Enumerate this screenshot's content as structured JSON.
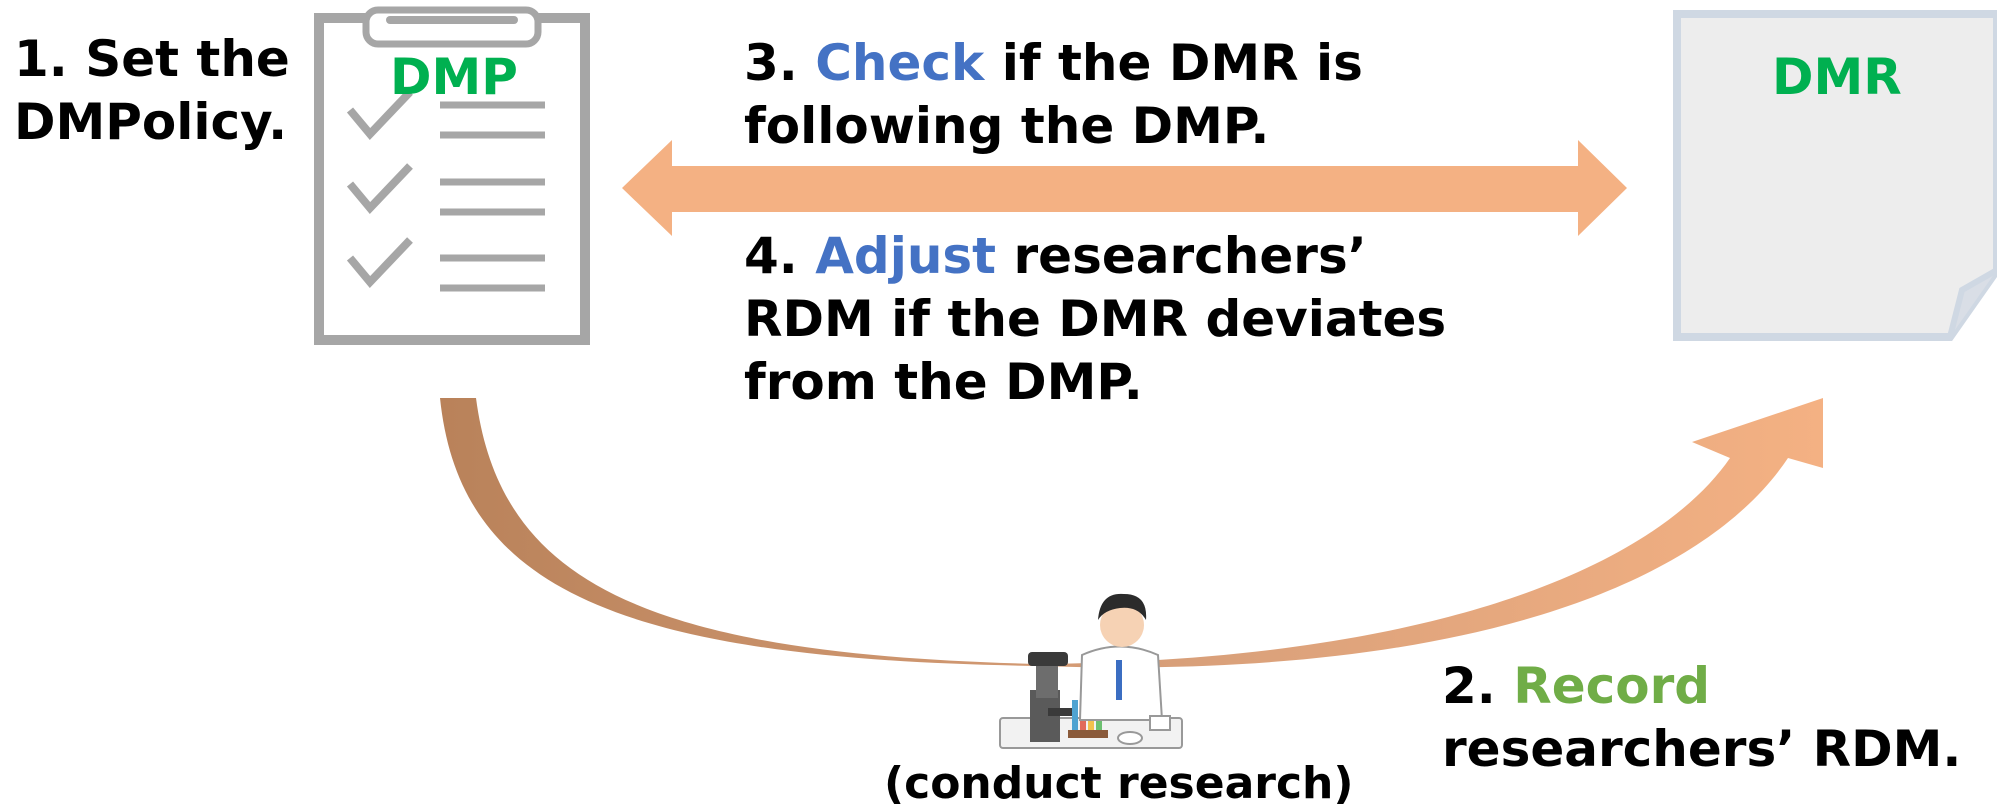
{
  "step1": {
    "line1": "1. Set the",
    "line2": "DMPolicy."
  },
  "dmp_doc": {
    "label": "DMP"
  },
  "dmr_doc": {
    "label": "DMR"
  },
  "step3": {
    "prefix": "3. ",
    "keyword": "Check",
    "rest": " if the DMR is",
    "line2": "following the DMP."
  },
  "step4": {
    "prefix": "4. ",
    "keyword": "Adjust",
    "rest": " researchers’",
    "line2": "RDM if the DMR deviates",
    "line3": "from the DMP."
  },
  "step2": {
    "prefix": "2. ",
    "keyword": "Record",
    "line2": "researchers’ RDM."
  },
  "researcher": {
    "caption": "(conduct research)"
  },
  "colors": {
    "keyword_blue": "#4472c4",
    "keyword_green": "#70ad47",
    "doc_label_green": "#00b050",
    "double_arrow": "#f4b183",
    "curve_dark": "#b9825a",
    "curve_light": "#f4b183",
    "clipboard_gray": "#a6a6a6",
    "paper_fill": "#ededed",
    "paper_border": "#cfd8e3"
  },
  "icons": [
    "clipboard-checklist-icon",
    "document-page-icon",
    "double-headed-arrow",
    "curved-arrow",
    "scientist-with-microscope-icon"
  ]
}
